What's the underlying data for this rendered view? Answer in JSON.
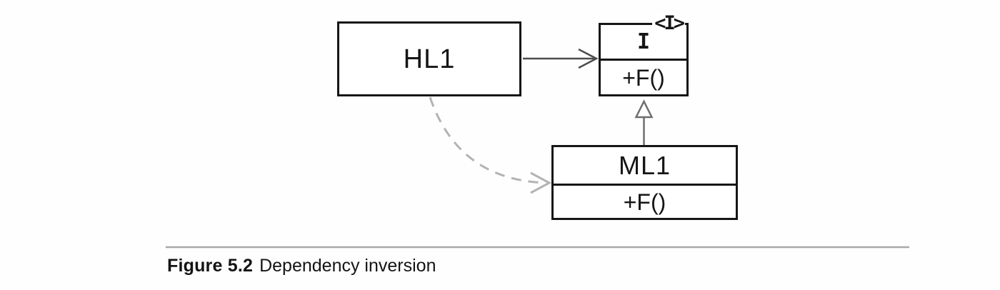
{
  "diagram": {
    "title_context": "UML class diagram showing dependency inversion",
    "hl1": {
      "label": "HL1"
    },
    "interface": {
      "stereotype": "<I>",
      "name": "I",
      "method": "+F()"
    },
    "ml1": {
      "name": "ML1",
      "method": "+F()"
    },
    "edges": [
      {
        "from": "HL1",
        "to": "I",
        "type": "association",
        "style": "solid straight arrow, open gray head"
      },
      {
        "from": "ML1",
        "to": "I",
        "type": "realization",
        "style": "solid vertical line with hollow triangle head"
      },
      {
        "from": "HL1",
        "to": "ML1",
        "type": "dependency",
        "style": "light-gray dashed curved arrow, open head"
      }
    ],
    "colors": {
      "box_border": "#161616",
      "box_fill": "#ffffff",
      "association_arrow": "#4d4d4d",
      "realization_arrow": "#6e6e6e",
      "dependency_arrow": "#b3b3b3",
      "caption_rule": "#a9a9a9"
    }
  },
  "caption": {
    "label": "Figure 5.2",
    "text": "Dependency inversion"
  }
}
